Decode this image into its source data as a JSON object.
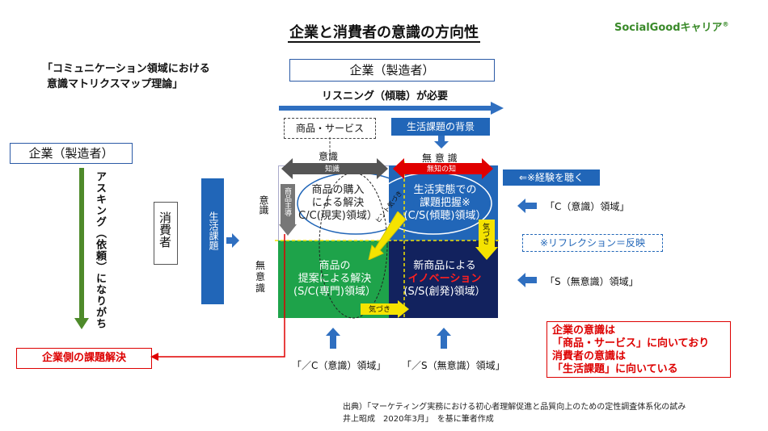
{
  "title": "企業と消費者の意識の方向性",
  "brand": "SocialGoodキャリア",
  "brand_mark": "®",
  "theory": {
    "line1": "「コミュニケーション領域における",
    "line2": "意識マトリクスマップ理論」"
  },
  "company_top": "企業（製造者）",
  "company_left": "企業（製造者）",
  "listening": "リスニング（傾聴）が必要",
  "goods_services": "商品・サービス",
  "life_issue_background": "生活課題の背景",
  "conscious_label": "意識",
  "knowledge_label": "知識",
  "unconscious_label": "無 意 識",
  "unknown_label": "無知の知",
  "listen_experience": "⇐※経験を聴く",
  "asking": "アスキング（依頼）になりがち",
  "consumer": "消費者",
  "life_issue_vertical": "生活課題",
  "row_conscious": "意識",
  "row_unconscious": "無意識",
  "product_led": "商品主導",
  "quadrants": {
    "cc": {
      "l1": "商品の購入",
      "l2": "による解決",
      "l3": "C/C(現実)領域）"
    },
    "cs": {
      "l1": "生活実態での",
      "l2": "課題把握※",
      "l3": "(C/S(傾聴)領域）"
    },
    "sc": {
      "l1": "商品の",
      "l2": "提案による解決",
      "l3": "(S/C(専門)領域）"
    },
    "ss": {
      "l1a": "新商品による",
      "l2_red": "イノベーション",
      "l3": "(S/S(創発)領域）"
    }
  },
  "hint_diag": "ヒント気づき",
  "notice": "気づき",
  "notice_bottom": "気づき",
  "reflection": "※リフレクション＝反映",
  "right_c": "「C（意識）領域」",
  "right_s": "「S（無意識）領域」",
  "bottom_c": "「／C（意識）領域」",
  "bottom_s": "「／S（無意識）領域」",
  "company_solution": "企業側の課題解決",
  "red_note": {
    "l1": "企業の意識は",
    "l2": "「商品・サービス」に向いており",
    "l3": "消費者の意識は",
    "l4": "「生活課題」に向いている"
  },
  "source": {
    "l1": "出典）「マーケティング実務における初心者理解促進と品質向上のための定性調査体系化の試み",
    "l2": "井上昭成　2020年3月」　を基に筆者作成"
  },
  "colors": {
    "blue": "#2166b8",
    "green": "#1ea34a",
    "navy": "#12225e",
    "red": "#e00000",
    "olive": "#4e8a2a"
  }
}
